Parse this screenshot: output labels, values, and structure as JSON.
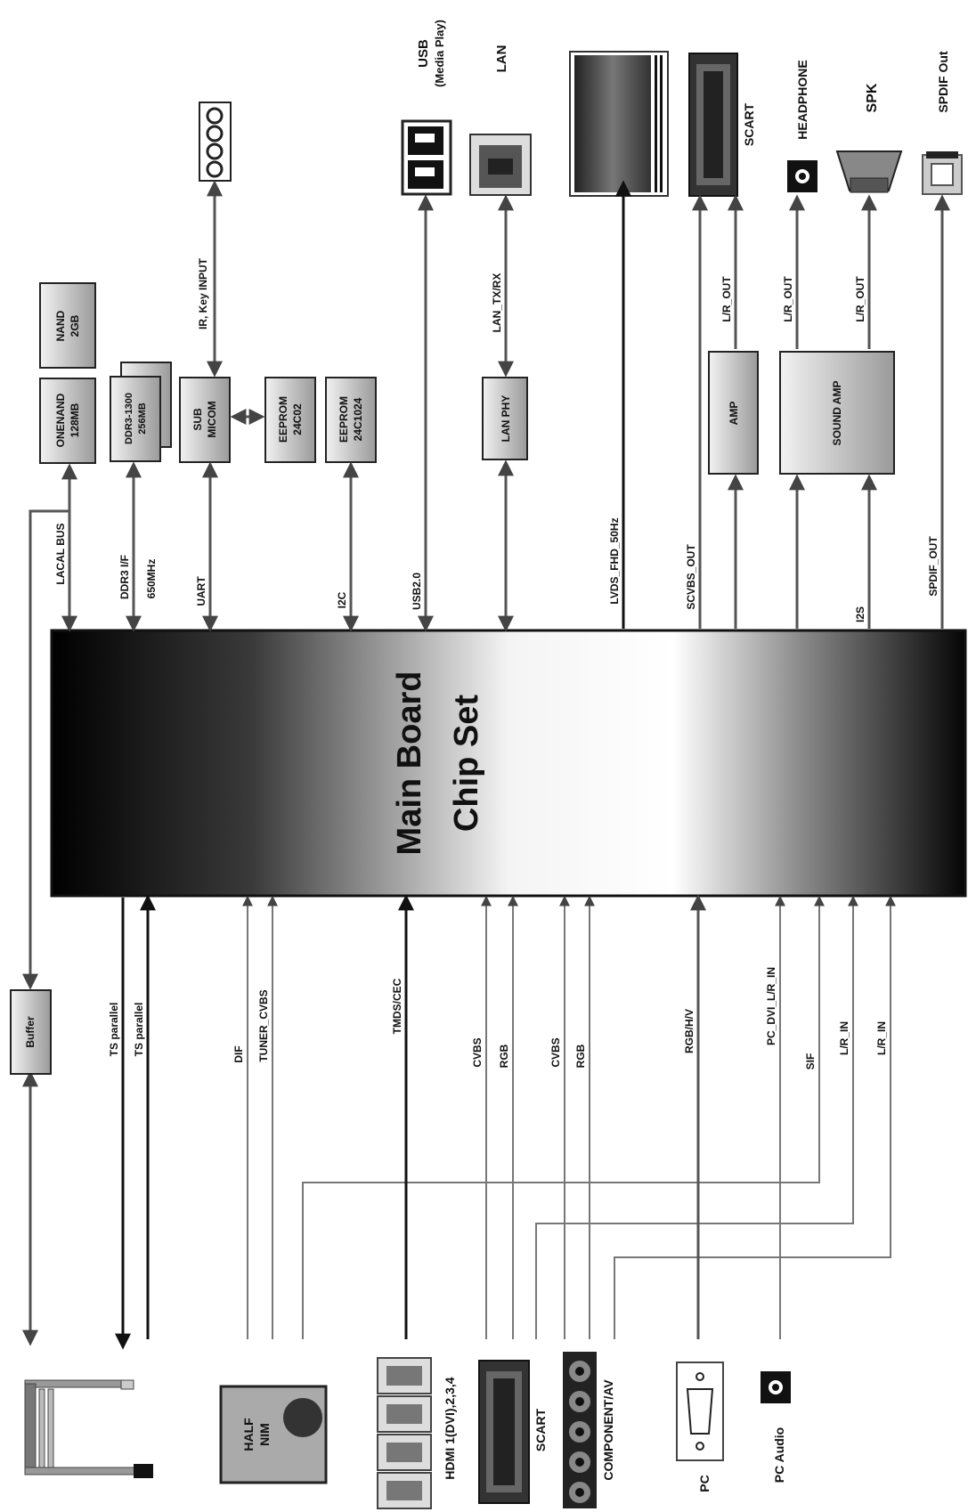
{
  "main_chip": {
    "line1": "Main Board",
    "line2": "Chip Set"
  },
  "top_components": {
    "nand": {
      "line1": "NAND",
      "line2": "2GB"
    },
    "onenand": {
      "line1": "ONENAND",
      "line2": "128MB"
    },
    "ddr": {
      "line1": "DDR3-1300",
      "line2": "256MB"
    },
    "sub_micom": {
      "line1": "SUB",
      "line2": "MICOM"
    },
    "eeprom1": {
      "line1": "EEPROM",
      "line2": "24C02"
    },
    "eeprom2": {
      "line1": "EEPROM",
      "line2": "24C1024"
    },
    "lan_phy": "LAN PHY",
    "amp": "AMP",
    "sound_amp": "SOUND AMP"
  },
  "top_labels": {
    "ir_key": "IR, Key INPUT",
    "usb": "USB",
    "usb_sub": "(Media Play)",
    "lan": "LAN",
    "scart": "SCART",
    "headphone": "HEADPHONE",
    "spk": "SPK",
    "spdif_out": "SPDIF Out",
    "lan_txrx": "LAN_TX/RX",
    "lr_out": "L/R_OUT"
  },
  "signals_top": {
    "local_bus": "LACAL BUS",
    "ddr_if": "DDR3 I/F",
    "mhz": "650MHz",
    "uart": "UART",
    "i2c": "I2C",
    "usb20": "USB2.0",
    "lvds": "LVDS_FHD_50Hz",
    "scvbs": "SCVBS_OUT",
    "i2s": "I2S",
    "spdif": "SPDIF_OUT"
  },
  "signals_bottom": {
    "ts1": "TS parallel",
    "ts2": "TS parallel",
    "dif": "DIF",
    "tuner_cvbs": "TUNER_CVBS",
    "tmds": "TMDS/CEC",
    "cvbs1": "CVBS",
    "rgb1": "RGB",
    "cvbs2": "CVBS",
    "rgb2": "RGB",
    "rgbhv": "RGB/H/V",
    "pc_dvi": "PC_DVI_L/R_IN",
    "sif": "SIF",
    "lr_in1": "L/R_IN",
    "lr_in2": "L/R_IN"
  },
  "bottom_components": {
    "buffer": "Buffer",
    "half_nim": {
      "line1": "HALF",
      "line2": "NIM"
    },
    "hdmi": "HDMI 1(DVI),2,3,4",
    "scart": "SCART",
    "component": "COMPONENT/AV",
    "pc": "PC",
    "pc_audio": "PC Audio"
  }
}
